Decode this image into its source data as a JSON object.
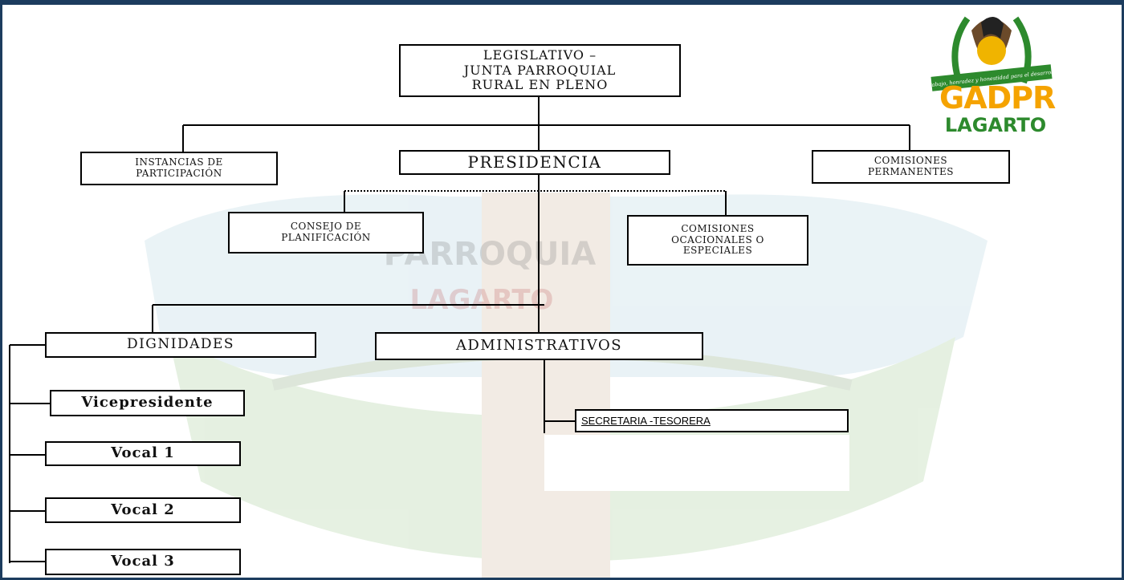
{
  "org_chart": {
    "legislativo": "LEGISLATIVO –\nJUNTA PARROQUIAL\nRURAL EN PLENO",
    "instancias": "INSTANCIAS DE\nPARTICIPACIÓN",
    "presidencia": "PRESIDENCIA",
    "comisiones_permanentes": "COMISIONES\nPERMANENTES",
    "consejo": "CONSEJO DE\nPLANIFICACIÓN",
    "comisiones_ocasionales": "COMISIONES\nOCACIONALES O\nESPECIALES",
    "dignidades": "DIGNIDADES",
    "administrativos": "ADMINISTRATIVOS",
    "vicepresidente": "Vicepresidente",
    "vocal1": "Vocal 1",
    "vocal2": "Vocal 2",
    "vocal3": "Vocal 3",
    "secretaria": "SECRETARIA -TESORERA"
  },
  "logo": {
    "banner": "¡Trabajo, honradez y honestidad para el desarrollo!",
    "name_top": "GADPR",
    "name_bottom": "LAGARTO"
  },
  "watermark": {
    "text1": "PARROQUIA",
    "text2": "LAGARTO"
  },
  "colors": {
    "frame": "#1c3c5e",
    "logo_orange": "#f5a300",
    "logo_green": "#2d8a2d",
    "logo_red": "#d23a2a"
  }
}
